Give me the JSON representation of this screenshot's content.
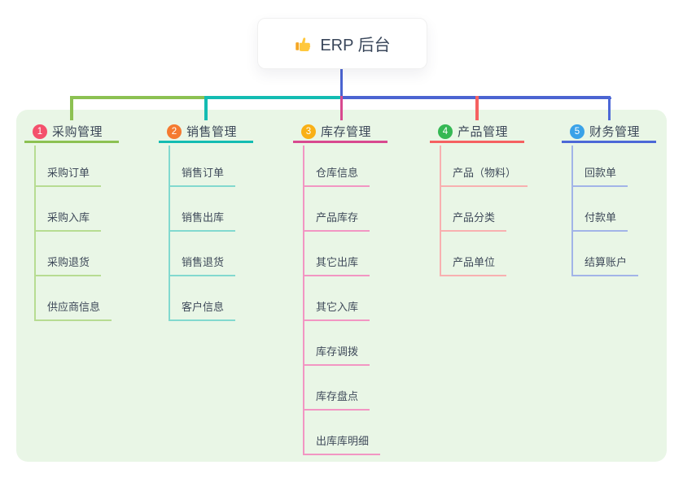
{
  "root": {
    "icon": "thumbs-up",
    "label": "ERP 后台"
  },
  "connectors": {
    "root_stem": "#4b64d1"
  },
  "colors": {
    "panel_bg": "#e9f6e6",
    "node_bg": "#ffffff",
    "text": "#3c4858"
  },
  "branches": [
    {
      "index": "1",
      "label": "采购管理",
      "colors": {
        "badge": "#f4516c",
        "line": "#8cc152",
        "child_line": "#b7dc92"
      },
      "children": [
        "采购订单",
        "采购入库",
        "采购退货",
        "供应商信息"
      ]
    },
    {
      "index": "2",
      "label": "销售管理",
      "colors": {
        "badge": "#f57a30",
        "line": "#13bcb2",
        "child_line": "#82d9cf"
      },
      "children": [
        "销售订单",
        "销售出库",
        "销售退货",
        "客户信息"
      ]
    },
    {
      "index": "3",
      "label": "库存管理",
      "colors": {
        "badge": "#f9b016",
        "line": "#d8498f",
        "child_line": "#f296c3"
      },
      "children": [
        "仓库信息",
        "产品库存",
        "其它出库",
        "其它入库",
        "库存调拨",
        "库存盘点",
        "出库库明细"
      ]
    },
    {
      "index": "4",
      "label": "产品管理",
      "colors": {
        "badge": "#35b854",
        "line": "#f56161",
        "child_line": "#f8b0b0"
      },
      "children": [
        "产品（物料）",
        "产品分类",
        "产品单位"
      ]
    },
    {
      "index": "5",
      "label": "财务管理",
      "colors": {
        "badge": "#3aa2e8",
        "line": "#4c68d7",
        "child_line": "#a2b4e8"
      },
      "children": [
        "回款单",
        "付款单",
        "结算账户"
      ]
    }
  ]
}
